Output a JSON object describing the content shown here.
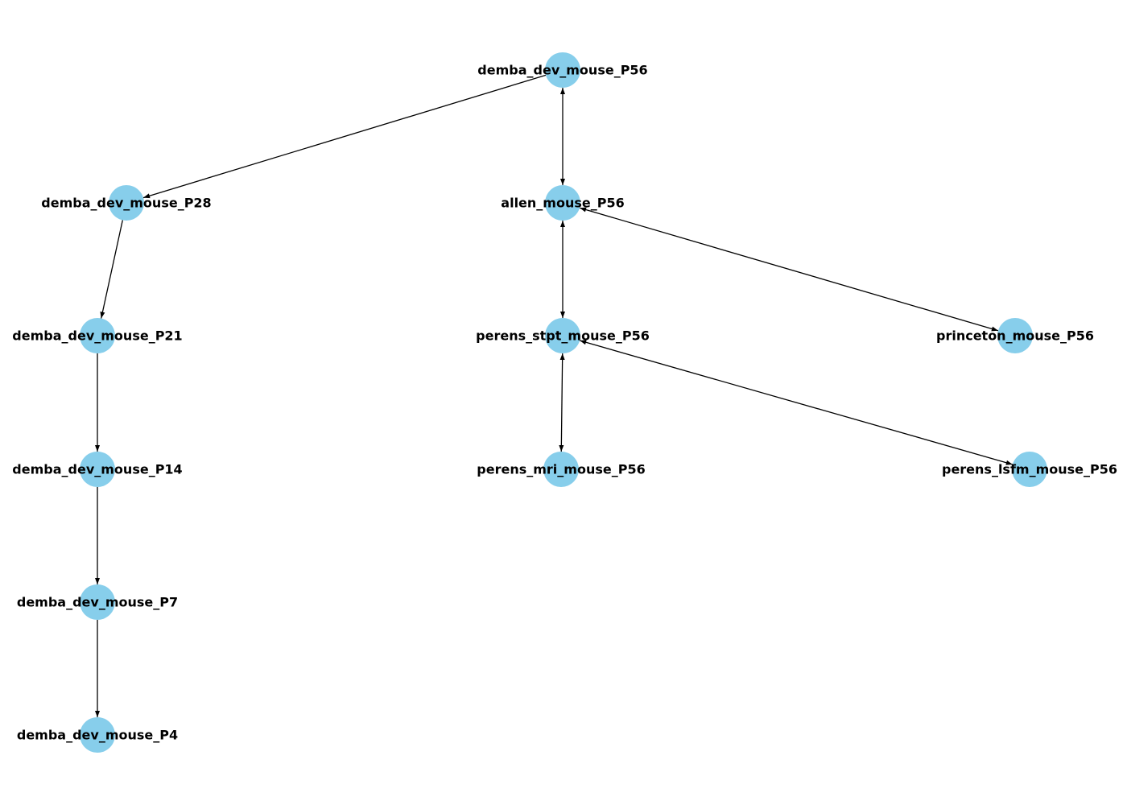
{
  "graph": {
    "nodes": [
      {
        "id": "demba_dev_mouse_P56",
        "label": "demba_dev_mouse_P56"
      },
      {
        "id": "demba_dev_mouse_P28",
        "label": "demba_dev_mouse_P28"
      },
      {
        "id": "allen_mouse_P56",
        "label": "allen_mouse_P56"
      },
      {
        "id": "demba_dev_mouse_P21",
        "label": "demba_dev_mouse_P21"
      },
      {
        "id": "perens_stpt_mouse_P56",
        "label": "perens_stpt_mouse_P56"
      },
      {
        "id": "princeton_mouse_P56",
        "label": "princeton_mouse_P56"
      },
      {
        "id": "demba_dev_mouse_P14",
        "label": "demba_dev_mouse_P14"
      },
      {
        "id": "perens_mri_mouse_P56",
        "label": "perens_mri_mouse_P56"
      },
      {
        "id": "perens_lsfm_mouse_P56",
        "label": "perens_lsfm_mouse_P56"
      },
      {
        "id": "demba_dev_mouse_P7",
        "label": "demba_dev_mouse_P7"
      },
      {
        "id": "demba_dev_mouse_P4",
        "label": "demba_dev_mouse_P4"
      }
    ],
    "edges": [
      {
        "from": "demba_dev_mouse_P56",
        "to": "demba_dev_mouse_P28",
        "bidirectional": false
      },
      {
        "from": "demba_dev_mouse_P56",
        "to": "allen_mouse_P56",
        "bidirectional": true
      },
      {
        "from": "demba_dev_mouse_P28",
        "to": "demba_dev_mouse_P21",
        "bidirectional": false
      },
      {
        "from": "allen_mouse_P56",
        "to": "perens_stpt_mouse_P56",
        "bidirectional": true
      },
      {
        "from": "allen_mouse_P56",
        "to": "princeton_mouse_P56",
        "bidirectional": true
      },
      {
        "from": "demba_dev_mouse_P21",
        "to": "demba_dev_mouse_P14",
        "bidirectional": false
      },
      {
        "from": "perens_stpt_mouse_P56",
        "to": "perens_mri_mouse_P56",
        "bidirectional": true
      },
      {
        "from": "perens_stpt_mouse_P56",
        "to": "perens_lsfm_mouse_P56",
        "bidirectional": true
      },
      {
        "from": "demba_dev_mouse_P14",
        "to": "demba_dev_mouse_P7",
        "bidirectional": false
      },
      {
        "from": "demba_dev_mouse_P7",
        "to": "demba_dev_mouse_P4",
        "bidirectional": false
      }
    ],
    "colors": {
      "node_fill": "#87ceeb",
      "edge": "#000000",
      "label": "#000000"
    }
  }
}
